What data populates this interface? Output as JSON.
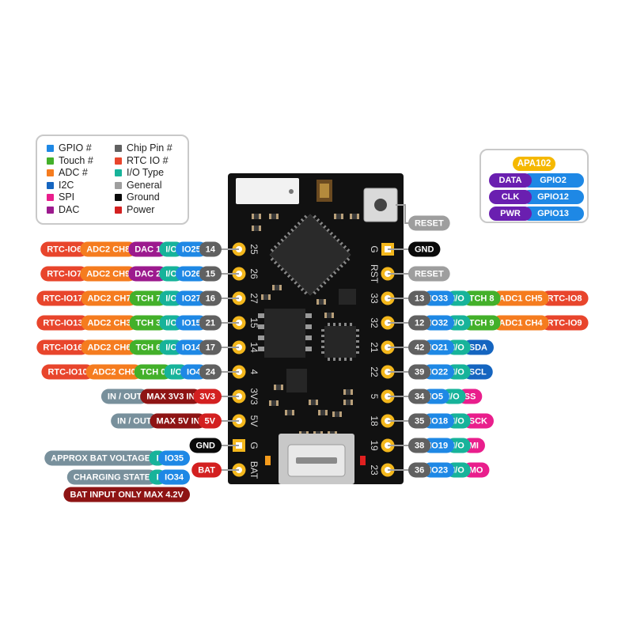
{
  "colors": {
    "gpio": "#1e88e5",
    "touch": "#43b02a",
    "adc": "#f57c1f",
    "i2c": "#1565c0",
    "spi": "#e91e8c",
    "dac": "#9c1a8e",
    "chip": "#616161",
    "rtc": "#e8452c",
    "io": "#17b39a",
    "general": "#9e9e9e",
    "ground": "#0a0a0a",
    "power": "#d32020",
    "dim": "#78909c",
    "darkred": "#8e1414",
    "rtcred": "#e53935",
    "apa": "#f5b800",
    "apa_label": "#6a1fb0",
    "pcb": "#111111",
    "pad": "#f3b71c"
  },
  "legend": [
    {
      "label": "GPIO #",
      "color": "#1e88e5"
    },
    {
      "label": "Touch #",
      "color": "#43b02a"
    },
    {
      "label": "ADC #",
      "color": "#f57c1f"
    },
    {
      "label": "I2C",
      "color": "#1565c0"
    },
    {
      "label": "SPI",
      "color": "#e91e8c"
    },
    {
      "label": "DAC",
      "color": "#9c1a8e"
    },
    {
      "label": "Chip Pin #",
      "color": "#616161"
    },
    {
      "label": "RTC IO #",
      "color": "#e8452c"
    },
    {
      "label": "I/O Type",
      "color": "#17b39a"
    },
    {
      "label": "General",
      "color": "#9e9e9e"
    },
    {
      "label": "Ground",
      "color": "#0a0a0a"
    },
    {
      "label": "Power",
      "color": "#d32020"
    }
  ],
  "apa102": {
    "title": "APA102",
    "rows": [
      {
        "label": "DATA",
        "value": "GPIO2"
      },
      {
        "label": "CLK",
        "value": "GPIO12"
      },
      {
        "label": "PWR",
        "value": "GPIO13"
      }
    ]
  },
  "reset_button_label": "RESET",
  "board_left_labels": [
    "25",
    "26",
    "27",
    "15",
    "14",
    "4",
    "3V3",
    "5V",
    "G",
    "BAT"
  ],
  "board_right_labels": [
    "G",
    "RST",
    "33",
    "32",
    "21",
    "22",
    "5",
    "18",
    "19",
    "23"
  ],
  "left_pins": [
    [
      {
        "t": "RTC-IO6",
        "c": "rtc"
      },
      {
        "t": "ADC2 CH8",
        "c": "adc"
      },
      {
        "t": "DAC 1",
        "c": "dac"
      },
      {
        "t": "I/O",
        "c": "io"
      },
      {
        "t": "IO25",
        "c": "gpio"
      },
      {
        "t": "14",
        "c": "chip"
      }
    ],
    [
      {
        "t": "RTC-IO7",
        "c": "rtc"
      },
      {
        "t": "ADC2 CH9",
        "c": "adc"
      },
      {
        "t": "DAC 2",
        "c": "dac"
      },
      {
        "t": "I/O",
        "c": "io"
      },
      {
        "t": "IO26",
        "c": "gpio"
      },
      {
        "t": "15",
        "c": "chip"
      }
    ],
    [
      {
        "t": "RTC-IO17",
        "c": "rtc"
      },
      {
        "t": "ADC2 CH7",
        "c": "adc"
      },
      {
        "t": "TCH 7",
        "c": "touch"
      },
      {
        "t": "I/O",
        "c": "io"
      },
      {
        "t": "IO27",
        "c": "gpio"
      },
      {
        "t": "16",
        "c": "chip"
      }
    ],
    [
      {
        "t": "RTC-IO13",
        "c": "rtc"
      },
      {
        "t": "ADC2 CH3",
        "c": "adc"
      },
      {
        "t": "TCH 3",
        "c": "touch"
      },
      {
        "t": "I/O",
        "c": "io"
      },
      {
        "t": "IO15",
        "c": "gpio"
      },
      {
        "t": "21",
        "c": "chip"
      }
    ],
    [
      {
        "t": "RTC-IO16",
        "c": "rtc"
      },
      {
        "t": "ADC2 CH6",
        "c": "adc"
      },
      {
        "t": "TCH 6",
        "c": "touch"
      },
      {
        "t": "I/O",
        "c": "io"
      },
      {
        "t": "IO14",
        "c": "gpio"
      },
      {
        "t": "17",
        "c": "chip"
      }
    ],
    [
      {
        "t": "RTC-IO10",
        "c": "rtc"
      },
      {
        "t": "ADC2 CH0",
        "c": "adc"
      },
      {
        "t": "TCH 0",
        "c": "touch"
      },
      {
        "t": "I/O",
        "c": "io"
      },
      {
        "t": "IO4",
        "c": "gpio"
      },
      {
        "t": "24",
        "c": "chip"
      }
    ],
    [
      {
        "t": "IN / OUT",
        "c": "dim"
      },
      {
        "t": "MAX 3V3 IN",
        "c": "darkred"
      },
      {
        "t": "3V3",
        "c": "power"
      }
    ],
    [
      {
        "t": "IN / OUT",
        "c": "dim"
      },
      {
        "t": "MAX 5V IN",
        "c": "darkred"
      },
      {
        "t": "5V",
        "c": "power"
      }
    ],
    [
      {
        "t": "GND",
        "c": "ground"
      }
    ],
    [
      {
        "t": "BAT",
        "c": "power"
      }
    ]
  ],
  "bat_extras": [
    [
      {
        "t": "APPROX BAT VOLTAGE",
        "c": "dim"
      },
      {
        "t": "I",
        "c": "io"
      },
      {
        "t": "IO35",
        "c": "gpio"
      }
    ],
    [
      {
        "t": "CHARGING STATE",
        "c": "dim"
      },
      {
        "t": "I",
        "c": "io"
      },
      {
        "t": "IO34",
        "c": "gpio"
      }
    ],
    [
      {
        "t": "BAT INPUT ONLY MAX 4.2V",
        "c": "darkred"
      }
    ]
  ],
  "right_pins": [
    [
      {
        "t": "GND",
        "c": "ground"
      }
    ],
    [
      {
        "t": "RESET",
        "c": "general"
      }
    ],
    [
      {
        "t": "13",
        "c": "chip"
      },
      {
        "t": "IO33",
        "c": "gpio"
      },
      {
        "t": "I/O",
        "c": "io"
      },
      {
        "t": "TCH 8",
        "c": "touch"
      },
      {
        "t": "ADC1 CH5",
        "c": "adc"
      },
      {
        "t": "RTC-IO8",
        "c": "rtc"
      }
    ],
    [
      {
        "t": "12",
        "c": "chip"
      },
      {
        "t": "IO32",
        "c": "gpio"
      },
      {
        "t": "I/O",
        "c": "io"
      },
      {
        "t": "TCH 9",
        "c": "touch"
      },
      {
        "t": "ADC1 CH4",
        "c": "adc"
      },
      {
        "t": "RTC-IO9",
        "c": "rtc"
      }
    ],
    [
      {
        "t": "42",
        "c": "chip"
      },
      {
        "t": "IO21",
        "c": "gpio"
      },
      {
        "t": "I/O",
        "c": "io"
      },
      {
        "t": "SDA",
        "c": "i2c"
      }
    ],
    [
      {
        "t": "39",
        "c": "chip"
      },
      {
        "t": "IO22",
        "c": "gpio"
      },
      {
        "t": "I/O",
        "c": "io"
      },
      {
        "t": "SCL",
        "c": "i2c"
      }
    ],
    [
      {
        "t": "34",
        "c": "chip"
      },
      {
        "t": "IO5",
        "c": "gpio"
      },
      {
        "t": "I/O",
        "c": "io"
      },
      {
        "t": "SS",
        "c": "spi"
      }
    ],
    [
      {
        "t": "35",
        "c": "chip"
      },
      {
        "t": "IO18",
        "c": "gpio"
      },
      {
        "t": "I/O",
        "c": "io"
      },
      {
        "t": "SCK",
        "c": "spi"
      }
    ],
    [
      {
        "t": "38",
        "c": "chip"
      },
      {
        "t": "IO19",
        "c": "gpio"
      },
      {
        "t": "I/O",
        "c": "io"
      },
      {
        "t": "MI",
        "c": "spi"
      }
    ],
    [
      {
        "t": "36",
        "c": "chip"
      },
      {
        "t": "IO23",
        "c": "gpio"
      },
      {
        "t": "I/O",
        "c": "io"
      },
      {
        "t": "MO",
        "c": "spi"
      }
    ]
  ]
}
